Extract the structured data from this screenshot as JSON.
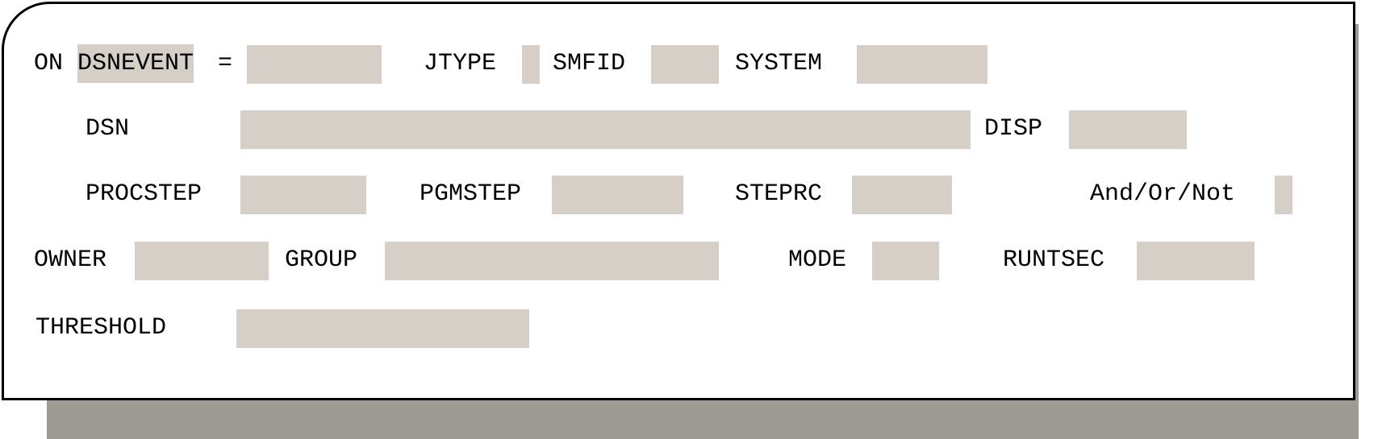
{
  "panel": {
    "colors": {
      "field_fill": "#d6cfc7",
      "shadow": "#9e9a94",
      "border": "#000000"
    }
  },
  "row1": {
    "on": "ON",
    "dsnevent": "DSNEVENT",
    "equals": "=",
    "jtype": "JTYPE",
    "smfid": "SMFID",
    "system": "SYSTEM",
    "dsnevent_value": "",
    "jtype_value": "",
    "smfid_value": "",
    "system_value": ""
  },
  "row2": {
    "dsn": "DSN",
    "disp": "DISP",
    "dsn_value": "",
    "disp_value": ""
  },
  "row3": {
    "procstep": "PROCSTEP",
    "pgmstep": "PGMSTEP",
    "stepprc": "STEPRC",
    "and_or_not": "And/Or/Not",
    "procstep_value": "",
    "pgmstep_value": "",
    "stepprc_value": "",
    "and_or_not_value": ""
  },
  "row4": {
    "owner": "OWNER",
    "group": "GROUP",
    "mode": "MODE",
    "runtsec": "RUNTSEC",
    "owner_value": "",
    "group_value": "",
    "mode_value": "",
    "runtsec_value": ""
  },
  "row5": {
    "threshold": "THRESHOLD",
    "threshold_value": ""
  }
}
